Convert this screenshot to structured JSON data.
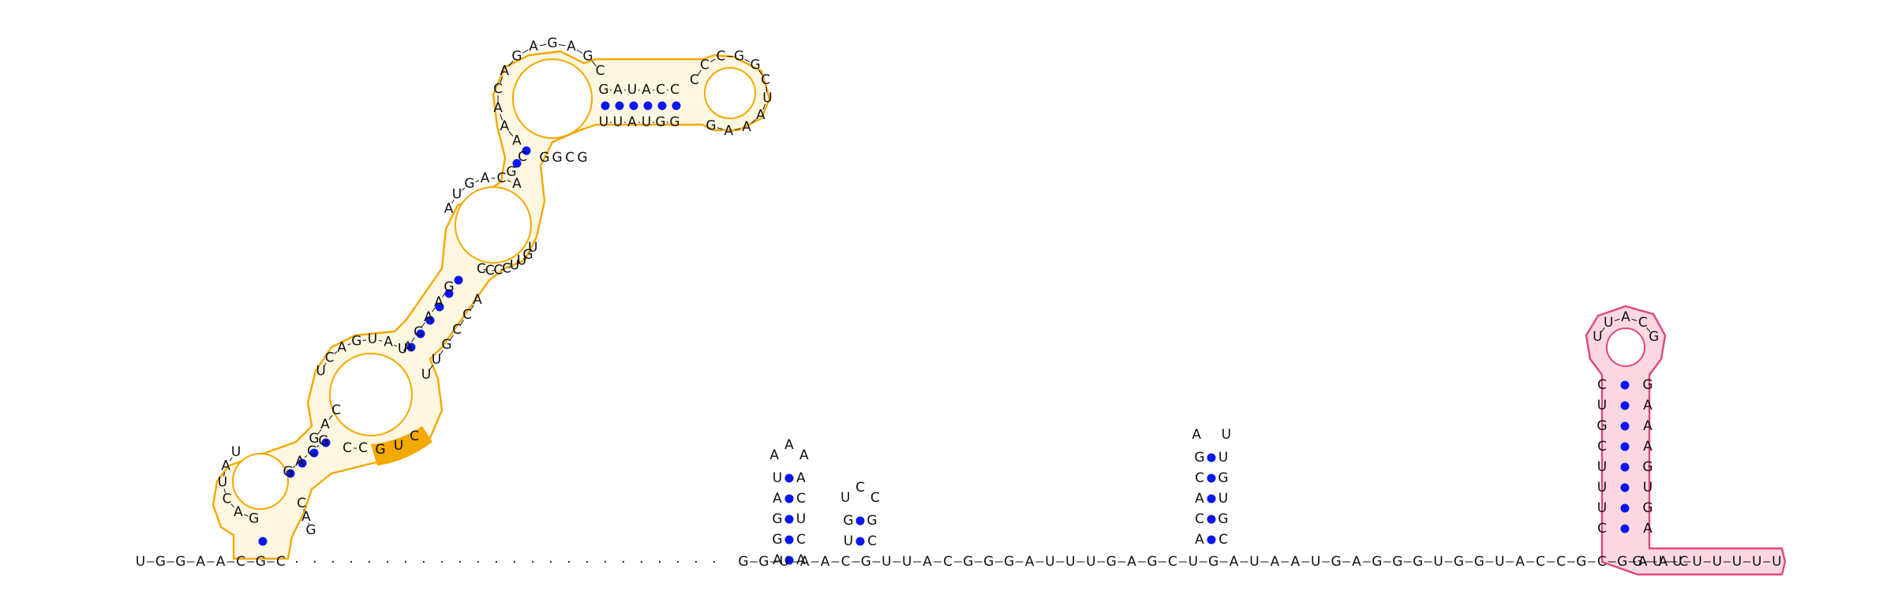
{
  "colors": {
    "background": "#ffffff",
    "pair_dot": "#0b17f0",
    "backbone": "#111111",
    "domain_orange_stroke": "#f2a900",
    "domain_pink_stroke": "#e0457b",
    "domain_pink_fill": "#fbd8e1",
    "highlight_orange": "#f2a900"
  },
  "sequence": {
    "five_prime_start": "UGGAACGC",
    "gap_dots": 24,
    "mid_strand": "GGUAACGUUACGGGAUUUGAGCUGAUAAUGAGGGUGGUACCGCGAAC",
    "three_prime_tail": "GUUUUUUU"
  },
  "domains": {
    "orange": {
      "name": "orange-domain",
      "stem1_5prime": "GACG",
      "loop1": "UAUCAG",
      "stem1_3prime": "CAG",
      "stem2_left": "GAC",
      "loop2_top": "UCAGUAU",
      "stem3_left": "ACAAG",
      "loop3_top": "AUGACA",
      "stem4_left": "GC",
      "loop4_top": "AAACAGAGAGC",
      "stem5_top": "GAUACC",
      "hairpin_loop": "CCCGGCUAAAG",
      "stem5_bottom": "UUAUGG",
      "right_side": "GGCGCCCGCUUGUUUAGAACCUGCC"
    },
    "hairpins_small": [
      {
        "name": "small-hairpin-1",
        "left": "UAGGA",
        "loop": "AAA",
        "right": "ACUCA"
      },
      {
        "name": "small-hairpin-2",
        "left": "GU",
        "loop": "UCC",
        "right": "GC"
      },
      {
        "name": "small-hairpin-3",
        "left": "GCACA",
        "loop": "AU",
        "right": "UGUGC"
      }
    ],
    "pink": {
      "name": "pink-terminator",
      "left_stem": "CUUUCGUC",
      "loop": "UUACG",
      "right_stem": "AGUGAAAG"
    }
  }
}
